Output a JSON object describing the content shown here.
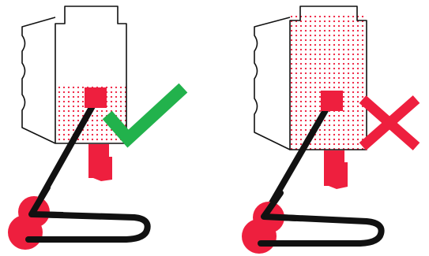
{
  "colors": {
    "accent_red": "#EE1F3E",
    "check_green": "#22B24C",
    "cross_red": "#EE1F3E",
    "outline": "#111111",
    "background": "#FFFFFF"
  },
  "panels": [
    {
      "id": "correct",
      "fill_level": 0.5,
      "indicator": "check-icon"
    },
    {
      "id": "incorrect",
      "fill_level": 1.0,
      "indicator": "cross-icon"
    }
  ]
}
